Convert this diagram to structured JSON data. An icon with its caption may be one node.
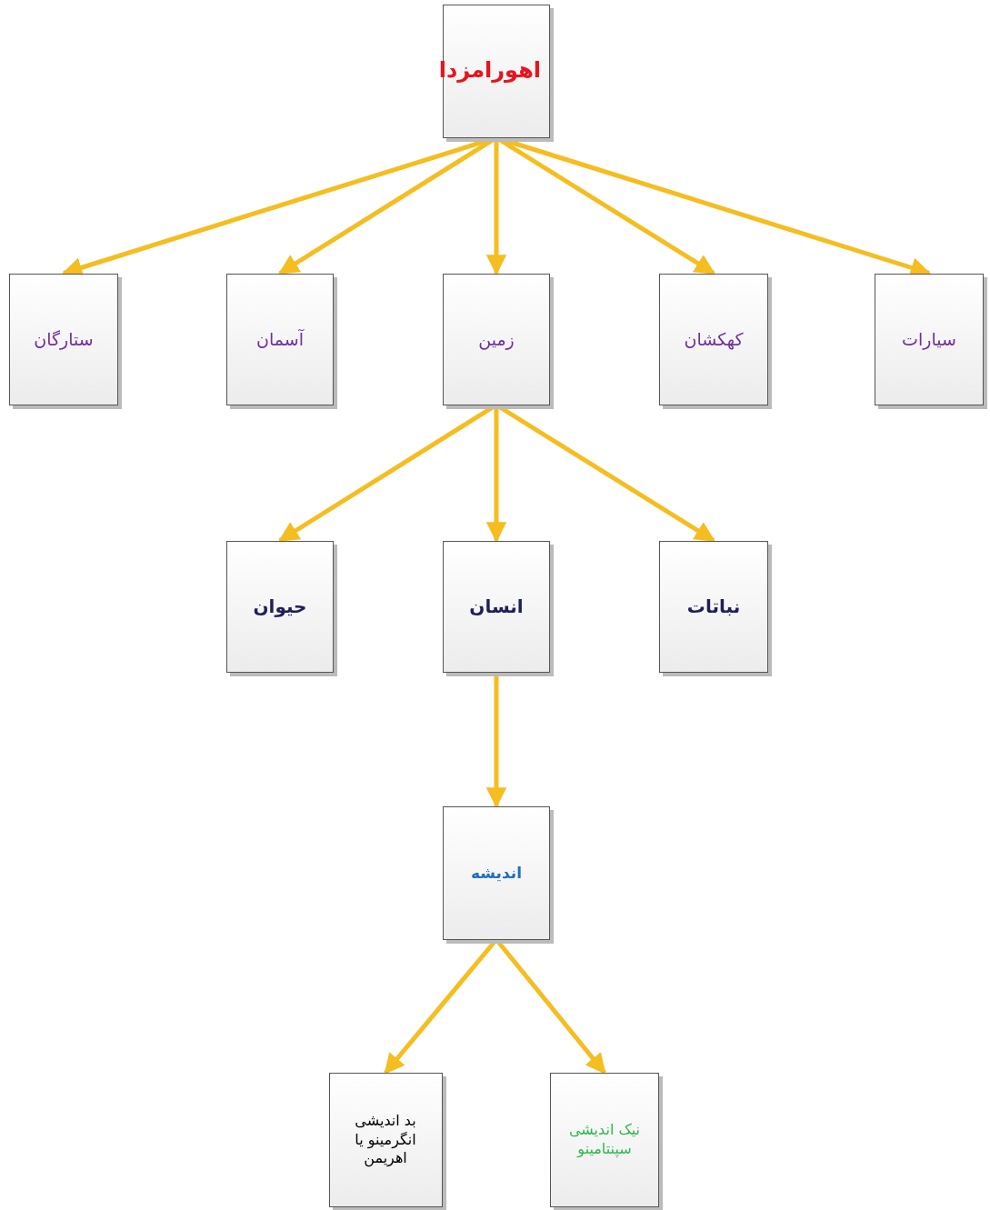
{
  "diagram": {
    "nodes": [
      {
        "text": [
          "اهورامزدا"
        ]
      },
      {
        "text": [
          "ستارگان"
        ]
      },
      {
        "text": [
          "آسمان"
        ]
      },
      {
        "text": [
          "زمین"
        ]
      },
      {
        "text": [
          "کهکشان"
        ]
      },
      {
        "text": [
          "سیارات"
        ]
      },
      {
        "text": [
          "حیوان"
        ]
      },
      {
        "text": [
          "انسان"
        ]
      },
      {
        "text": [
          "نباتات"
        ]
      },
      {
        "text": [
          "اندیشه"
        ]
      },
      {
        "text": [
          "بد اندیشی انگرمینو یا اهریمن"
        ]
      },
      {
        "text": [
          "نیک اندیشی سپنتامینو"
        ]
      }
    ],
    "edges": [
      {
        "from": 0,
        "to": 1,
        "arrow": "to"
      },
      {
        "from": 0,
        "to": 2,
        "arrow": "to"
      },
      {
        "from": 0,
        "to": 3,
        "arrow": "to"
      },
      {
        "from": 0,
        "to": 4,
        "arrow": "to"
      },
      {
        "from": 0,
        "to": 5,
        "arrow": "to"
      },
      {
        "from": 3,
        "to": 6,
        "arrow": "to"
      },
      {
        "from": 3,
        "to": 7,
        "arrow": "to"
      },
      {
        "from": 3,
        "to": 8,
        "arrow": "to"
      },
      {
        "from": 7,
        "to": 9,
        "arrow": "to"
      },
      {
        "from": 9,
        "to": 10,
        "arrow": "to"
      },
      {
        "from": 9,
        "to": 11,
        "arrow": "to"
      }
    ]
  }
}
